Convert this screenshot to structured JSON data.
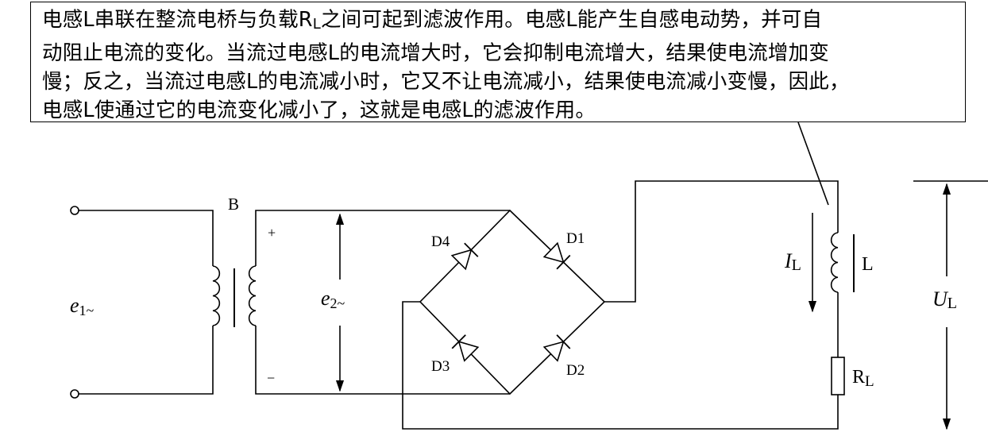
{
  "callout": {
    "lines": [
      "电感L串联在整流电桥与负载R",
      "L",
      "之间可起到滤波作用。电感L能产生自感电动势，并可自",
      "动阻止电流的变化。当流过电感L的电流增大时，它会抑制电流增大，结果使电流增加变",
      "慢；反之，当流过电感L的电流减小时，它又不让电流减小，结果使电流减小变慢，因此，",
      "电感L使通过它的电流变化减小了，这就是电感L的滤波作用。"
    ]
  },
  "labels": {
    "transformer": "B",
    "input_voltage": "e",
    "input_sub": "1~",
    "output_voltage": "e",
    "output_sub": "2~",
    "plus": "+",
    "minus": "−",
    "d1": "D1",
    "d2": "D2",
    "d3": "D3",
    "d4": "D4",
    "current": "I",
    "current_sub": "L",
    "inductor": "L",
    "resistor": "R",
    "resistor_sub": "L",
    "load_voltage": "U",
    "load_voltage_sub": "L"
  },
  "colors": {
    "ink": "#000000",
    "background": "#ffffff"
  }
}
